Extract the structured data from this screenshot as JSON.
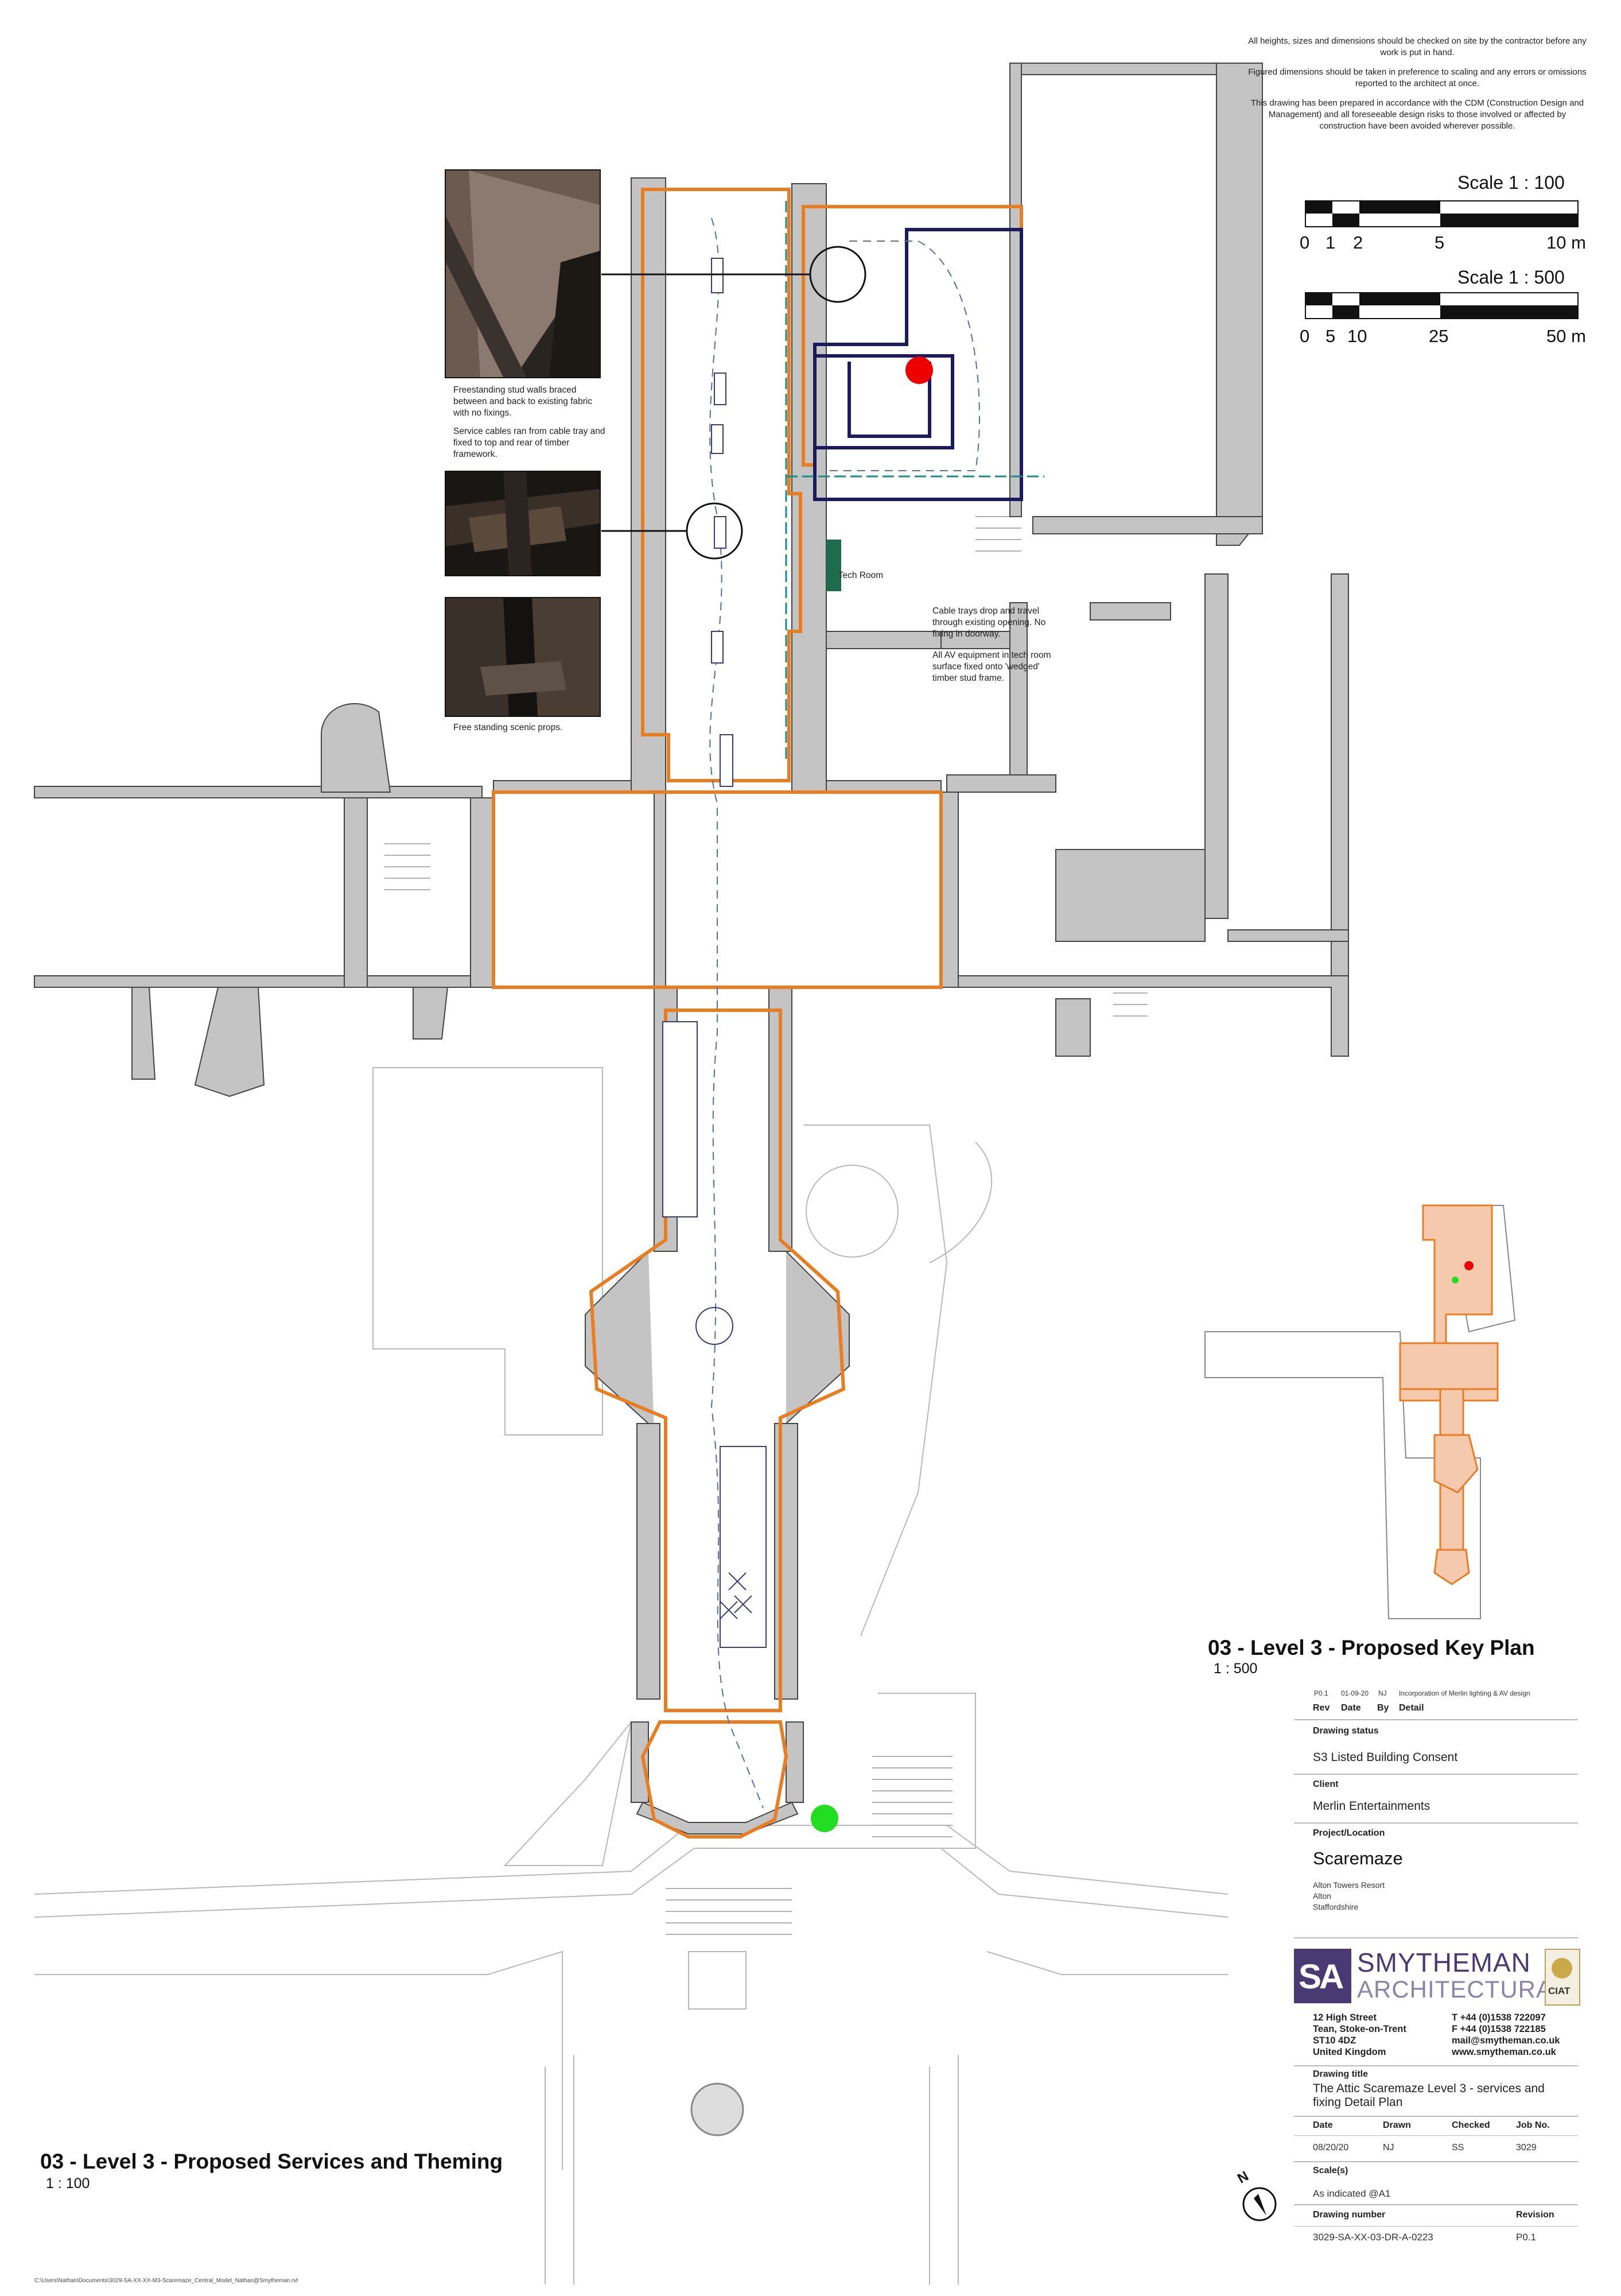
{
  "notes": {
    "general": [
      "All heights, sizes and dimensions should be checked on site by the contractor before any work is put in hand.",
      "Figured dimensions should be taken in preference to scaling and any errors or omissions reported to the architect at once.",
      "This drawing has been prepared in accordance with the CDM (Construction Design and Management) and all foreseeable design risks to those involved or affected by construction have been avoided wherever possible."
    ]
  },
  "scale_bars": {
    "bar1": {
      "label": "Scale 1 : 100",
      "ticks": [
        "0",
        "1",
        "2",
        "5",
        "10 m"
      ]
    },
    "bar2": {
      "label": "Scale 1 : 500",
      "ticks": [
        "0",
        "5",
        "10",
        "25",
        "50 m"
      ]
    }
  },
  "callouts": {
    "stud_walls": "Freestanding stud walls braced between and back to existing fabric with no fixings.",
    "service_cables": "Service cables ran from cable tray and fixed to top and rear of timber framework.",
    "props": "Free standing scenic props.",
    "tech_room": "Tech Room",
    "cable_trays": "Cable trays drop and travel through existing opening. No fixing in doorway.",
    "av_equipment": "All AV equipment in tech room surface fixed onto 'wedged' timber stud frame."
  },
  "main_title": {
    "title": "03 - Level 3 - Proposed Services and Theming",
    "scale": "1 : 100"
  },
  "key_plan": {
    "title": "03 - Level 3 - Proposed Key Plan",
    "scale": "1 : 500"
  },
  "revision": {
    "row": {
      "rev": "P0.1",
      "date": "01-09-20",
      "by": "NJ",
      "detail": "Incorporation of Merlin lighting & AV design"
    },
    "headers": {
      "rev": "Rev",
      "date": "Date",
      "by": "By",
      "detail": "Detail"
    }
  },
  "title_block": {
    "drawing_status_label": "Drawing status",
    "drawing_status": "S3 Listed Building Consent",
    "client_label": "Client",
    "client": "Merlin Entertainments",
    "project_label": "Project/Location",
    "project": "Scaremaze",
    "location": [
      "Alton Towers Resort",
      "Alton",
      "Staffordshire"
    ],
    "company_line1": "SMYTHEMAN",
    "company_line2": "ARCHITECTURAL",
    "logo_mark": "SA",
    "ciat": "CIAT",
    "address": [
      "12 High Street",
      "Tean, Stoke-on-Trent",
      "ST10 4DZ",
      "United Kingdom"
    ],
    "contact": [
      "T  +44 (0)1538 722097",
      "F  +44 (0)1538 722185",
      "mail@smytheman.co.uk",
      "www.smytheman.co.uk"
    ],
    "drawing_title_label": "Drawing title",
    "drawing_title": [
      "The Attic Scaremaze Level 3 - services and",
      "fixing Detail Plan"
    ],
    "date_label": "Date",
    "drawn_label": "Drawn",
    "checked_label": "Checked",
    "job_label": "Job No.",
    "date": "08/20/20",
    "drawn": "NJ",
    "checked": "SS",
    "job": "3029",
    "scales_label": "Scale(s)",
    "scales": "As indicated @A1",
    "drawing_number_label": "Drawing number",
    "revision_label": "Revision",
    "drawing_number": "3029-SA-XX-03-DR-A-0223",
    "revision": "P0.1"
  },
  "north": "N",
  "footer_path": "C:\\Users\\Nathan\\Documents\\3029-SA-XX-XX-M3-Scaremaze_Central_Model_Nathan@Smytheman.rvt",
  "colors": {
    "wall": "#c4c4c4",
    "theming": "#e87d22",
    "services": "#1c1a5e",
    "marker_red": "#ee0000",
    "marker_green": "#22dd22",
    "key_fill": "#f5c9ae",
    "brand": "#4a3a74"
  }
}
